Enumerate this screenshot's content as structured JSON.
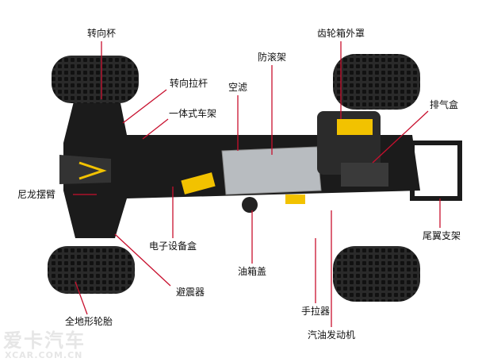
{
  "title": "RC buggy component diagram",
  "labels": {
    "steering_cup": "转向杯",
    "tie_rod": "转向拉杆",
    "chassis": "一体式车架",
    "air_filter": "空滤",
    "roll_cage": "防滚架",
    "gearbox_cover": "齿轮箱外罩",
    "exhaust_box": "排气盒",
    "nylon_arm": "尼龙摆臂",
    "electronics_box": "电子设备盒",
    "fuel_cap": "油箱盖",
    "wing_mount": "尾翼支架",
    "shock_absorber": "避震器",
    "pull_starter": "手拉器",
    "all_terrain_tire": "全地形轮胎",
    "gas_engine": "汽油发动机"
  },
  "watermark": {
    "logo": "爱卡汽车",
    "url": "XCAR.COM.CN"
  },
  "colors": {
    "leader": "#c8102e",
    "chassis": "#1b1b1b",
    "plate": "#b8bcc0",
    "accent": "#f2c200"
  }
}
